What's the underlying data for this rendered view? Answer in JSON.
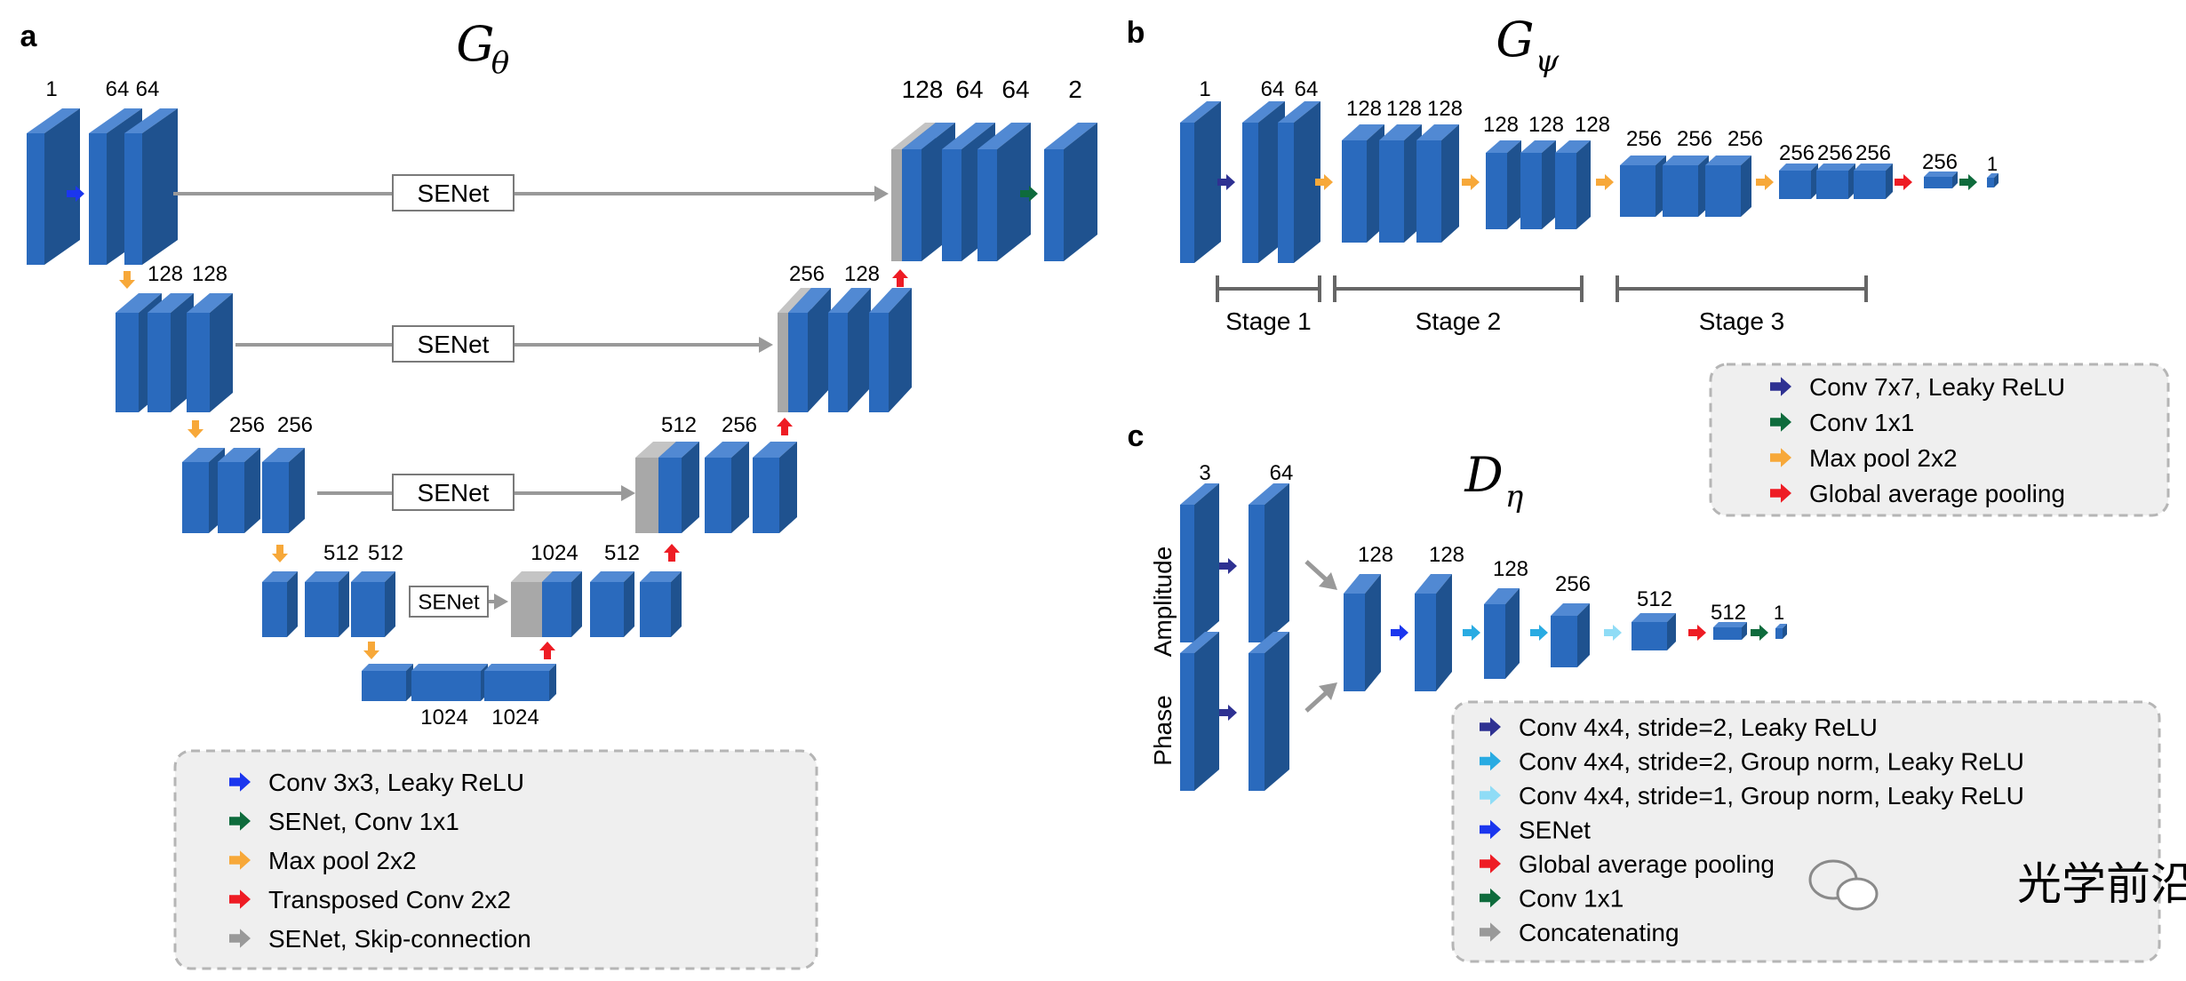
{
  "colors": {
    "block_front": "#2a6abd",
    "block_top": "#5189d3",
    "block_side": "#1f528f",
    "concat_front": "#a8a8a8",
    "concat_top": "#c4c4c4",
    "conv": "#1b36ee",
    "conv_leaky": "#2e3192",
    "conv1x1": "#0e6b3c",
    "maxpool": "#f7a839",
    "transposed": "#ee1c24",
    "gap": "#ee1c24",
    "gray_arrow": "#999999",
    "gn_stride2": "#29abe2",
    "gn_stride1": "#8fdcf6",
    "legend_bg": "#efefef",
    "legend_border": "#b5b5b5"
  },
  "panel_a": {
    "label": "a",
    "title_main": "G",
    "title_sub": "θ",
    "channels": {
      "in": "1",
      "e1a": "64",
      "e1b": "64",
      "e2a": "128",
      "e2b": "128",
      "e3a": "256",
      "e3b": "256",
      "e4a": "512",
      "e4b": "512",
      "bna": "1024",
      "bnb": "1024",
      "d4a": "1024",
      "d4b": "512",
      "d3a": "512",
      "d3b": "256",
      "d2a": "256",
      "d2b": "128",
      "d1a": "128",
      "d1b": "64",
      "d1c": "64",
      "out": "2"
    },
    "senet_label": "SENet",
    "legend": [
      {
        "color": "conv",
        "label": "Conv 3x3,  Leaky ReLU"
      },
      {
        "color": "conv1x1",
        "label": "SENet, Conv 1x1"
      },
      {
        "color": "maxpool",
        "label": "Max pool 2x2"
      },
      {
        "color": "transposed",
        "label": "Transposed Conv 2x2"
      },
      {
        "color": "gray_arrow",
        "label": "SENet, Skip-connection"
      }
    ]
  },
  "panel_b": {
    "label": "b",
    "title_main": "G",
    "title_sub": "ψ",
    "channels": {
      "in": "1",
      "s1a": "64",
      "s1b": "64",
      "s2a": "128",
      "s2b": "128",
      "s2c": "128",
      "s2d": "128",
      "s2e": "128",
      "s2f": "128",
      "s3a": "256",
      "s3b": "256",
      "s3c": "256",
      "s3d": "256",
      "s3e": "256",
      "s3f": "256",
      "gap": "256",
      "out": "1"
    },
    "stages": [
      "Stage 1",
      "Stage 2",
      "Stage 3"
    ],
    "legend": [
      {
        "color": "conv_leaky",
        "label": "Conv 7x7, Leaky ReLU"
      },
      {
        "color": "conv1x1",
        "label": "Conv 1x1"
      },
      {
        "color": "maxpool",
        "label": "Max pool 2x2"
      },
      {
        "color": "gap",
        "label": "Global average pooling"
      }
    ]
  },
  "panel_c": {
    "label": "c",
    "title_main": "D",
    "title_sub": "η",
    "inputs": [
      "Amplitude",
      "Phase"
    ],
    "channels": {
      "in": "3",
      "c1": "64",
      "c2": "128",
      "c3": "128",
      "c4": "128",
      "c5": "256",
      "c6": "512",
      "c7": "512",
      "out": "1"
    },
    "legend": [
      {
        "color": "conv_leaky",
        "label": "Conv 4x4, stride=2, Leaky ReLU"
      },
      {
        "color": "gn_stride2",
        "label": "Conv 4x4, stride=2, Group norm, Leaky ReLU"
      },
      {
        "color": "gn_stride1",
        "label": "Conv 4x4, stride=1, Group norm, Leaky ReLU"
      },
      {
        "color": "conv",
        "label": "SENet"
      },
      {
        "color": "gap",
        "label": "Global average pooling"
      },
      {
        "color": "conv1x1",
        "label": "Conv 1x1"
      },
      {
        "color": "gray_arrow",
        "label": "Concatenating"
      }
    ]
  },
  "watermark": "光学前沿"
}
